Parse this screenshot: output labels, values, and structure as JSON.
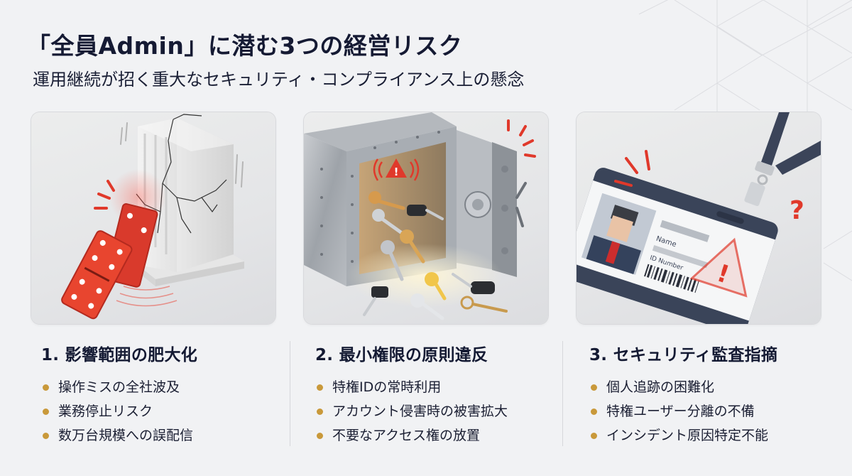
{
  "header": {
    "title": "「全員Admin」に潜む3つの経営リスク",
    "subtitle": "運用継続が招く重大なセキュリティ・コンプライアンス上の懸念"
  },
  "colors": {
    "background": "#f1f2f4",
    "title_text": "#151a33",
    "bullet": "#c9993a",
    "accent_red": "#e0392b",
    "divider": "#d6d7da"
  },
  "risks": [
    {
      "title": "1. 影響範囲の肥大化",
      "illustration": "dominoes-cracked-building",
      "bullets": [
        "操作ミスの全社波及",
        "業務停止リスク",
        "数万台規模への誤配信"
      ]
    },
    {
      "title": "2. 最小権限の原則違反",
      "illustration": "open-safe-with-keys",
      "bullets": [
        "特権IDの常時利用",
        "アカウント侵害時の被害拡大",
        "不要なアクセス権の放置"
      ]
    },
    {
      "title": "3. セキュリティ監査指摘",
      "illustration": "id-badge-with-warning",
      "badge_labels": {
        "name": "Name",
        "id": "ID Number"
      },
      "bullets": [
        "個人追跡の困難化",
        "特権ユーザー分離の不備",
        "インシデント原因特定不能"
      ]
    }
  ]
}
